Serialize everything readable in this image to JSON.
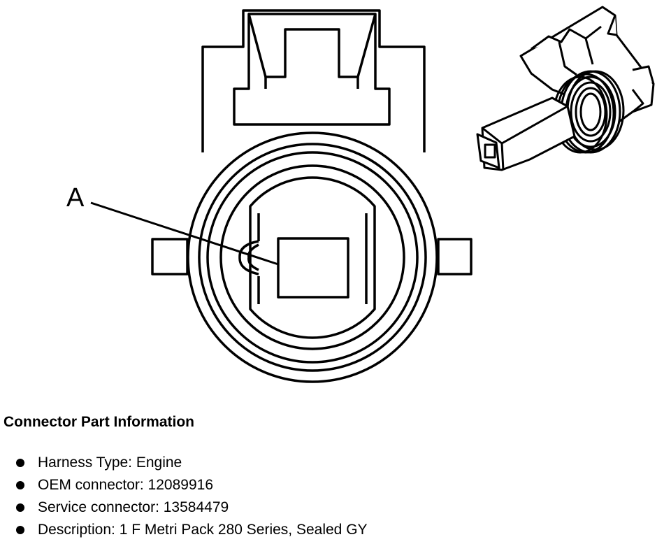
{
  "diagram": {
    "callout_label": "A",
    "icons": [
      "connector-face-view-icon",
      "connector-3d-view-icon"
    ]
  },
  "part_info": {
    "title": "Connector Part Information",
    "items": [
      "Harness Type: Engine",
      "OEM connector: 12089916",
      "Service connector: 13584479",
      "Description: 1 F Metri Pack 280 Series, Sealed GY"
    ]
  }
}
